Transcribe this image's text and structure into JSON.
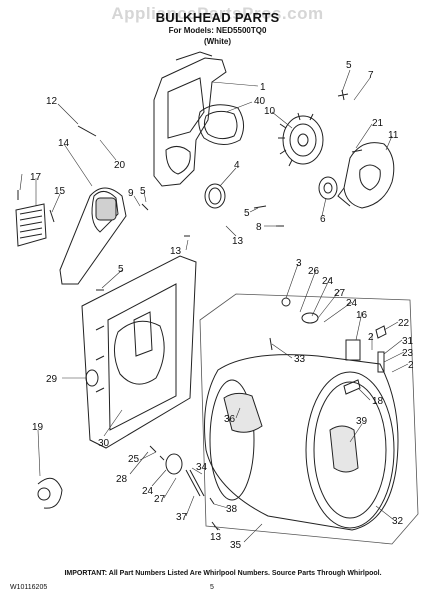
{
  "header": {
    "watermark": "AppliancePartsPros.com",
    "title": "BULKHEAD PARTS",
    "models": "For Models: NED5500TQ0",
    "color": "(White)"
  },
  "callouts": [
    "1",
    "40",
    "5",
    "7",
    "10",
    "21",
    "11",
    "4",
    "6",
    "5",
    "13",
    "8",
    "12",
    "20",
    "14",
    "17",
    "15",
    "9",
    "5",
    "13",
    "5",
    "3",
    "26",
    "24",
    "27",
    "24",
    "16",
    "22",
    "2",
    "31",
    "23",
    "2",
    "33",
    "18",
    "29",
    "36",
    "39",
    "19",
    "30",
    "28",
    "25",
    "24",
    "27",
    "37",
    "34",
    "38",
    "13",
    "35",
    "32"
  ],
  "footer": {
    "note": "IMPORTANT: All Part Numbers Listed Are Whirlpool Numbers. Source Parts Through Whirlpool.",
    "doc_id": "W10116205",
    "page": "5"
  }
}
